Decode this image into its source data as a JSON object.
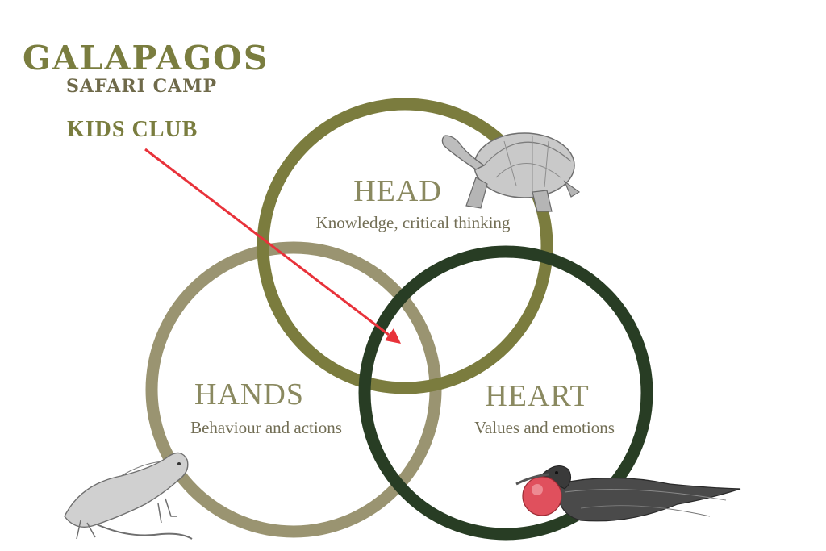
{
  "logo": {
    "title": "GALAPAGOS",
    "subtitle": "SAFARI CAMP"
  },
  "label": "KIDS CLUB",
  "circles": {
    "head": {
      "title": "HEAD",
      "description": "Knowledge, critical thinking",
      "color": "#7b7c3e"
    },
    "hands": {
      "title": "HANDS",
      "description": "Behaviour and actions",
      "color": "#9a9471"
    },
    "heart": {
      "title": "HEART",
      "description": "Values and emotions",
      "color": "#283d24"
    }
  },
  "arrow": {
    "color": "#e8323a"
  },
  "illustrations": [
    "tortoise-illustration",
    "iguana-illustration",
    "frigatebird-illustration"
  ]
}
